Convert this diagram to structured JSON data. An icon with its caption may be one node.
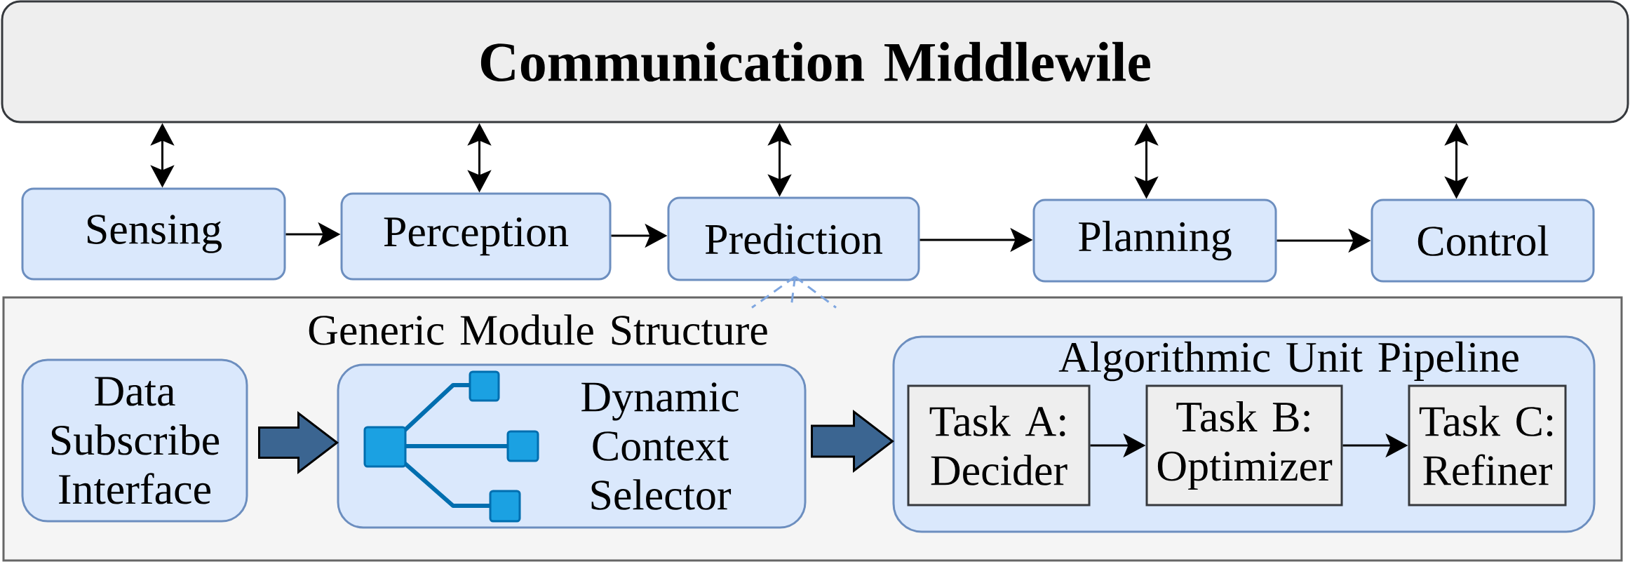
{
  "diagram": {
    "nodes": [
      {
        "text": [
          "Communication Middlewile"
        ]
      },
      {
        "text": [
          "Sensing"
        ]
      },
      {
        "text": [
          "Perception"
        ]
      },
      {
        "text": [
          "Prediction"
        ]
      },
      {
        "text": [
          "Planning"
        ]
      },
      {
        "text": [
          "Control"
        ]
      },
      {
        "text": [
          "Generic Module Structure"
        ]
      },
      {
        "text": [
          "Data Subscribe Interface"
        ],
        "in": 6
      },
      {
        "text": [
          "Dynamic Context Selector"
        ],
        "in": 6
      },
      {
        "text": [
          "Algorithmic Unit Pipeline"
        ],
        "in": 6
      },
      {
        "text": [
          "Task A: Decider"
        ],
        "in": 9
      },
      {
        "text": [
          "Task B: Optimizer"
        ],
        "in": 9
      },
      {
        "text": [
          "Task C: Refiner"
        ],
        "in": 9
      }
    ],
    "edges": [
      {
        "from": 0,
        "to": 1,
        "arrow": "both"
      },
      {
        "from": 0,
        "to": 2,
        "arrow": "both"
      },
      {
        "from": 0,
        "to": 3,
        "arrow": "both"
      },
      {
        "from": 0,
        "to": 4,
        "arrow": "both"
      },
      {
        "from": 0,
        "to": 5,
        "arrow": "both"
      },
      {
        "from": 1,
        "to": 2,
        "arrow": "to"
      },
      {
        "from": 2,
        "to": 3,
        "arrow": "to"
      },
      {
        "from": 3,
        "to": 4,
        "arrow": "to"
      },
      {
        "from": 4,
        "to": 5,
        "arrow": "to"
      },
      {
        "from": 3,
        "to": 6,
        "arrow": "none",
        "style": "dashed",
        "color": "#7ea6e0"
      },
      {
        "from": 7,
        "to": 8,
        "arrow": "to",
        "style": "thick",
        "color": "#3b6591"
      },
      {
        "from": 8,
        "to": 9,
        "arrow": "to",
        "style": "thick",
        "color": "#3b6591"
      },
      {
        "from": 10,
        "to": 11,
        "arrow": "to"
      },
      {
        "from": 11,
        "to": 12,
        "arrow": "to"
      }
    ]
  }
}
